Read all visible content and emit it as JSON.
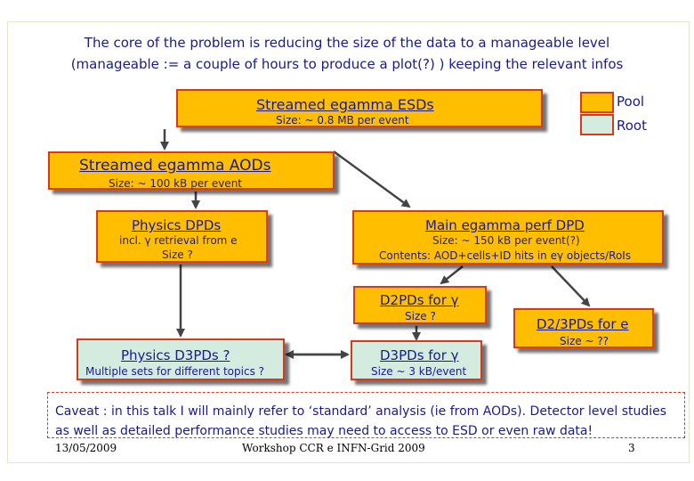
{
  "title": {
    "line1": "The core of the problem is reducing the size of the data to a manageable level",
    "line2": "(manageable := a couple of hours to produce a plot(?) ) keeping the relevant infos"
  },
  "legend": {
    "pool": {
      "label": "Pool",
      "color": "#ffbf00"
    },
    "root": {
      "label": "Root",
      "color": "#d4ece0"
    }
  },
  "boxes": {
    "esd": {
      "label": "Streamed egamma ESDs",
      "sub": "Size: ~ 0.8 MB per event"
    },
    "aod": {
      "label": "Streamed egamma AODs",
      "sub": "Size: ~ 100 kB per event"
    },
    "phys_dpd": {
      "label": "Physics DPDs",
      "sub1": "incl. γ retrieval from e",
      "sub2": "Size ?"
    },
    "main_dpd": {
      "label": "Main egamma perf DPD",
      "sub1": "Size: ~ 150 kB per event(?)",
      "sub2": "Contents: AOD+cells+ID hits in eγ objects/RoIs"
    },
    "d2pd_gamma": {
      "label": "D2PDs for γ",
      "sub": "Size ?"
    },
    "d23pd_e": {
      "label": "D2/3PDs for e",
      "sub": "Size ~ ??"
    },
    "phys_d3pd": {
      "label": "Physics D3PDs ?",
      "sub": "Multiple sets for different topics ?"
    },
    "d3pd_gamma": {
      "label": "D3PDs for γ",
      "sub": "Size ~ 3 kB/event"
    }
  },
  "caveat": "Caveat : in this talk I will mainly refer to ‘standard’ analysis (ie from AODs). Detector level studies as well as detailed performance studies may need to access to ESD or even raw data!",
  "footer": {
    "date": "13/05/2009",
    "workshop": "Workshop CCR e INFN-Grid 2009",
    "page": "3"
  }
}
